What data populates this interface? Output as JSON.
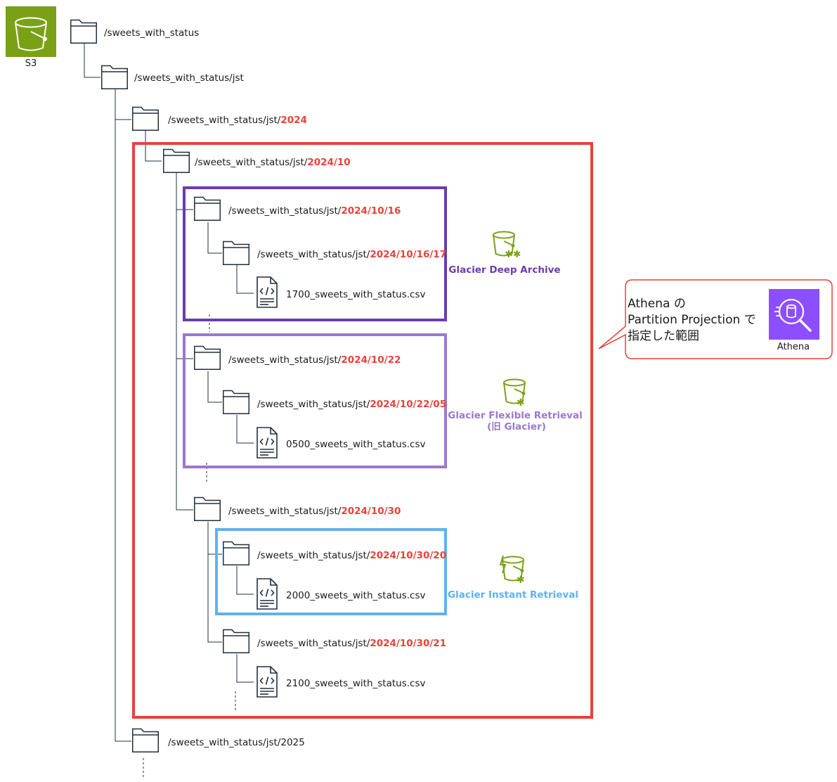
{
  "s3": {
    "label": "S3"
  },
  "folders": {
    "root": "/sweets_with_status",
    "jst": "/sweets_with_status/jst",
    "y2024": {
      "prefix": "/sweets_with_status/jst/",
      "highlight": "2024"
    },
    "m10": {
      "prefix": "/sweets_with_status/jst/",
      "highlight": "2024/10"
    },
    "d16": {
      "prefix": "/sweets_with_status/jst/",
      "highlight": "2024/10/16"
    },
    "h1617": {
      "prefix": "/sweets_with_status/jst/",
      "highlight": "2024/10/16/17"
    },
    "d22": {
      "prefix": "/sweets_with_status/jst/",
      "highlight": "2024/10/22"
    },
    "h2205": {
      "prefix": "/sweets_with_status/jst/",
      "highlight": "2024/10/22/05"
    },
    "d30": {
      "prefix": "/sweets_with_status/jst/",
      "highlight": "2024/10/30"
    },
    "h3020": {
      "prefix": "/sweets_with_status/jst/",
      "highlight": "2024/10/30/20"
    },
    "h3021": {
      "prefix": "/sweets_with_status/jst/",
      "highlight": "2024/10/30/21"
    },
    "y2025": "/sweets_with_status/jst/2025"
  },
  "files": {
    "f1700": "1700_sweets_with_status.csv",
    "f0500": "0500_sweets_with_status.csv",
    "f2000": "2000_sweets_with_status.csv",
    "f2100": "2100_sweets_with_status.csv"
  },
  "tiers": {
    "deep": "Glacier Deep Archive",
    "flexible_1": "Glacier Flexible Retrieval",
    "flexible_2": "(旧 Glacier)",
    "instant": "Glacier Instant Retrieval"
  },
  "callout": {
    "line1": "Athena の",
    "line2": "Partition Projection で",
    "line3": "指定した範囲",
    "athena_label": "Athena"
  },
  "colors": {
    "highlight": "#e8423a",
    "deep": "#6a3dad",
    "flexible": "#9a78cf",
    "instant": "#5eb2f0",
    "s3": "#7aa116",
    "athena": "#8c4fff"
  }
}
